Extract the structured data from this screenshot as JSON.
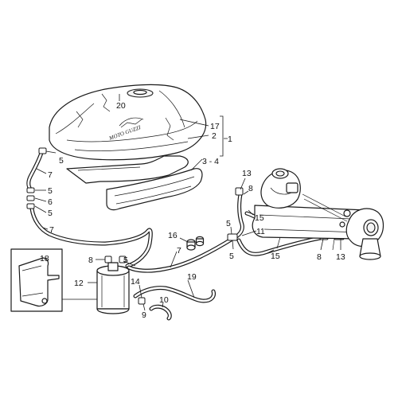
{
  "diagram": {
    "brand_text": "MOTO GUZZI",
    "callouts": {
      "c1": "1",
      "c2": "2",
      "c3_4": "3 - 4",
      "c5a": "5",
      "c5b": "5",
      "c5c": "5",
      "c5d": "5",
      "c5e": "5",
      "c5f": "5",
      "c6": "6",
      "c7a": "7",
      "c7b": "7",
      "c7c": "7",
      "c8a": "8",
      "c8b": "8",
      "c8c": "8",
      "c9": "9",
      "c10": "10",
      "c11": "11",
      "c12": "12",
      "c13a": "13",
      "c13b": "13",
      "c14": "14",
      "c15a": "15",
      "c15b": "15",
      "c16": "16",
      "c17": "17",
      "c18": "18",
      "c19": "19",
      "c20": "20"
    }
  }
}
